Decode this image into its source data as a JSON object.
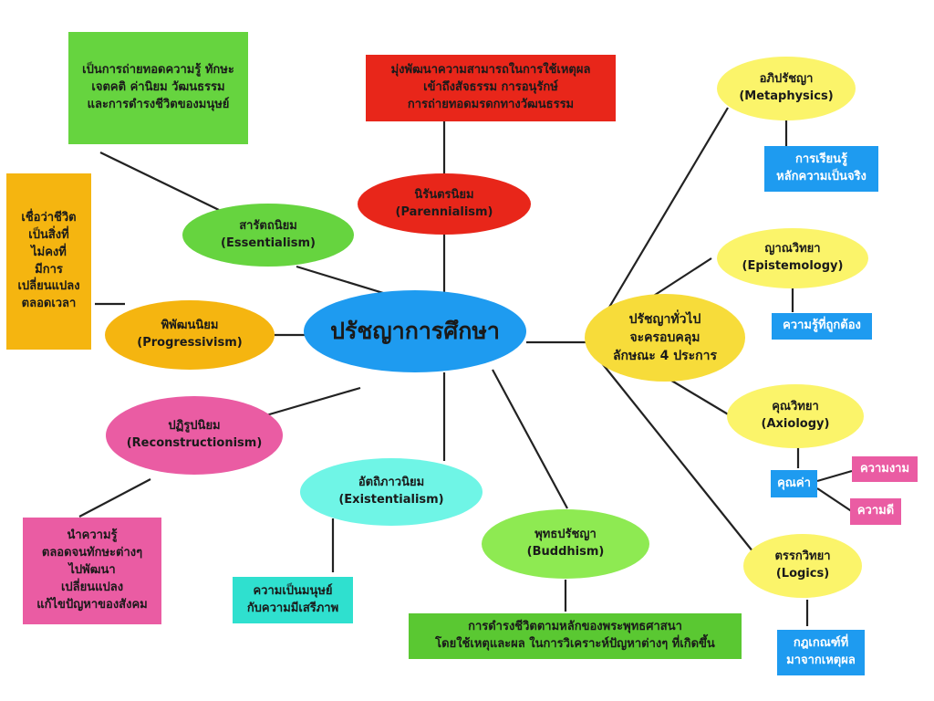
{
  "center": {
    "label": "ปรัชญาการศึกษา"
  },
  "colors": {
    "green": "#66d43f",
    "red": "#e8261a",
    "orange": "#f5b510",
    "blue": "#1e9bf0",
    "yellow": "#fbf46a",
    "gold": "#f7dc3a",
    "pink": "#ea5ca3",
    "cyan": "#6ff5e6",
    "teal": "#2fe0cf",
    "buddhaGreen": "#8eea52",
    "darkGreen": "#5ac832"
  },
  "branches": {
    "essentialism": {
      "th": "สารัตถนิยม",
      "en": "(Essentialism)",
      "note": [
        "เป็นการถ่ายทอดความรู้ ทักษะ",
        "เจตคติ ค่านิยม วัฒนธรรม",
        "และการดำรงชีวิตของมนุษย์"
      ]
    },
    "perennialism": {
      "th": "นิรันตรนิยม",
      "en": "(Parennialism)",
      "note": [
        "มุ่งพัฒนาความสามารถในการใช้เหตุผล",
        "เข้าถึงสัจธรรม การอนุรักษ์",
        "การถ่ายทอดมรดกทางวัฒนธรรม"
      ]
    },
    "progressivism": {
      "th": "พิพัฒนนิยม",
      "en": "(Progressivism)",
      "note": [
        "เชื่อว่าชีวิต",
        "เป็นสิ่งที่",
        "ไม่คงที่",
        "มีการ",
        "เปลี่ยนแปลง",
        "ตลอดเวลา"
      ]
    },
    "reconstructionism": {
      "th": "ปฏิรูปนิยม",
      "en": "(Reconstructionism)",
      "note": [
        "นำความรู้",
        "ตลอดจนทักษะต่างๆ",
        "ไปพัฒนา",
        "เปลี่ยนแปลง",
        "แก้ไขปัญหาของสังคม"
      ]
    },
    "existentialism": {
      "th": "อัตถิภาวนิยม",
      "en": "(Existentialism)",
      "note": [
        "ความเป็นมนุษย์",
        "กับความมีเสรีภาพ"
      ]
    },
    "buddhism": {
      "th": "พุทธปรัชญา",
      "en": "(Buddhism)",
      "note": [
        "การดำรงชีวิตตามหลักของพระพุทธศาสนา",
        "โดยใช้เหตุและผล ในการวิเคราะห์ปัญหาต่างๆ ที่เกิดขึ้น"
      ]
    }
  },
  "general": {
    "label": [
      "ปรัชญาทั่วไป",
      "จะครอบคลุม",
      "ลักษณะ 4 ประการ"
    ],
    "metaphysics": {
      "th": "อภิปรัชญา",
      "en": "(Metaphysics)",
      "note": [
        "การเรียนรู้",
        "หลักความเป็นจริง"
      ]
    },
    "epistemology": {
      "th": "ญาณวิทยา",
      "en": "(Epistemology)",
      "note": [
        "ความรู้ที่ถูกต้อง"
      ]
    },
    "axiology": {
      "th": "คุณวิทยา",
      "en": "(Axiology)",
      "note": [
        "คุณค่า"
      ],
      "values": [
        "ความงาม",
        "ความดี"
      ]
    },
    "logics": {
      "th": "ตรรกวิทยา",
      "en": "(Logics)",
      "note": [
        "กฎเกณฑ์ที่",
        "มาจากเหตุผล"
      ]
    }
  }
}
